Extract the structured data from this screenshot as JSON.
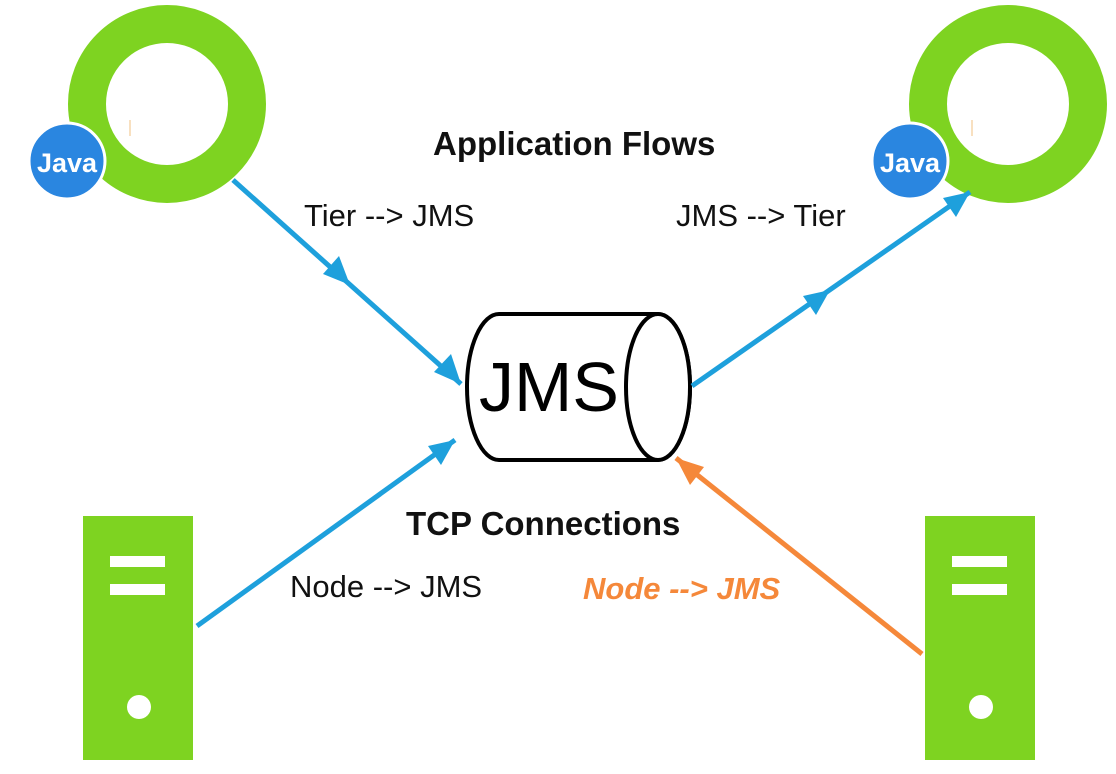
{
  "labels": {
    "application_flows": "Application Flows",
    "tcp_connections": "TCP Connections",
    "tier_to_jms": "Tier --> JMS",
    "jms_to_tier": "JMS --> Tier",
    "node_to_jms_left": "Node --> JMS",
    "node_to_jms_right": "Node --> JMS"
  },
  "nodes": {
    "jms": {
      "label": "JMS",
      "icon": "queue-cylinder-icon"
    },
    "java_tier_left": {
      "badge": "Java",
      "icon": "java-tier-icon"
    },
    "java_tier_right": {
      "badge": "Java",
      "icon": "java-tier-icon"
    },
    "server_left": {
      "icon": "server-icon"
    },
    "server_right": {
      "icon": "server-icon"
    }
  },
  "colors": {
    "ring_green": "#7ed321",
    "server_green": "#7ed321",
    "java_blue": "#2a86e0",
    "flow_arrow_blue": "#1ea0dc",
    "highlight_orange": "#f5883a",
    "outline_black": "#000000"
  }
}
